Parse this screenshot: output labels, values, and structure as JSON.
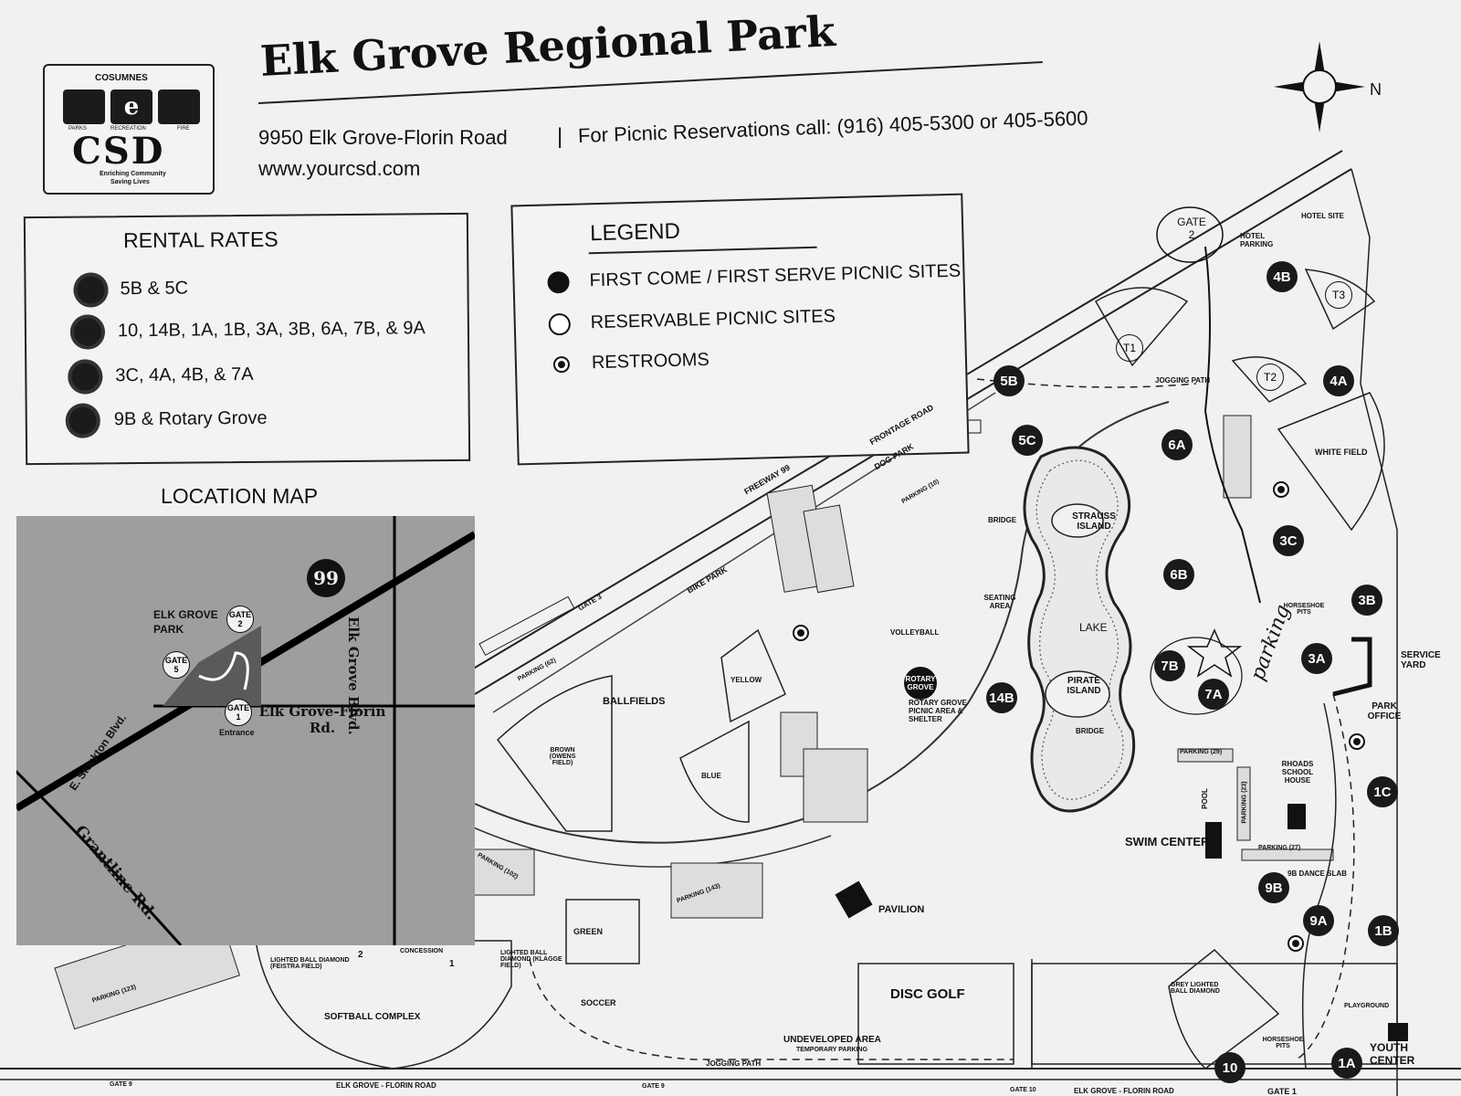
{
  "header": {
    "title": "Elk Grove Regional Park",
    "address": "9950 Elk Grove-Florin Road",
    "separator": "|",
    "reservations": "For Picnic Reservations call: (916) 405-5300 or 405-5600",
    "website": "www.yourcsd.com"
  },
  "logo": {
    "top_text": "COSUMNES",
    "main_text": "CSD",
    "sub_labels": [
      "PARKS",
      "RECREATION",
      "FIRE"
    ],
    "tagline_line1": "Enriching Community",
    "tagline_line2": "Saving Lives"
  },
  "compass": {
    "label": "N"
  },
  "rental_rates": {
    "title": "RENTAL RATES",
    "items": [
      "5B & 5C",
      "10, 14B, 1A, 1B, 3A, 3B, 6A, 7B, & 9A",
      "3C, 4A, 4B, & 7A",
      "9B & Rotary Grove"
    ]
  },
  "legend": {
    "title": "LEGEND",
    "items": [
      {
        "symbol": "filled-circle",
        "label": "FIRST COME / FIRST SERVE PICNIC SITES"
      },
      {
        "symbol": "open-circle",
        "label": "RESERVABLE PICNIC SITES"
      },
      {
        "symbol": "restroom-dot",
        "label": "RESTROOMS"
      }
    ]
  },
  "location_map": {
    "title": "LOCATION MAP",
    "highway": "99",
    "park": "ELK GROVE PARK",
    "gate2": [
      "GATE",
      "2"
    ],
    "gate5": [
      "GATE",
      "5"
    ],
    "gate1": [
      "GATE",
      "1"
    ],
    "entrance": "Entrance",
    "elk_grove_blvd": "Elk Grove Blvd.",
    "florin_rd": "Elk Grove-Florin Rd.",
    "stockton": "E. Stockton Blvd.",
    "grantline": "Grantline Rd."
  },
  "picnic_sites": [
    "5B",
    "5C",
    "6A",
    "6B",
    "4B",
    "4A",
    "3C",
    "3B",
    "3A",
    "7B",
    "7A",
    "14B",
    "1C",
    "1B",
    "1A",
    "9B",
    "9A",
    "10"
  ],
  "labels": {
    "gate2": "GATE 2",
    "hotel_parking": "HOTEL PARKING",
    "hotel_site": "HOTEL SITE",
    "t1": "T1",
    "t2": "T2",
    "t3": "T3",
    "jogging_path": "JOGGING PATH",
    "white_field": "WHITE FIELD",
    "frontage_road": "FRONTAGE ROAD",
    "freeway": "FREEWAY 99",
    "dog_park": "DOG PARK",
    "parking_10": "PARKING (10)",
    "bridge": "BRIDGE",
    "strauss_island": "STRAUSS ISLAND",
    "seating_area": "SEATING AREA",
    "lake": "LAKE",
    "pirate_island": "PIRATE ISLAND",
    "bridge2": "BRIDGE",
    "horseshoe_pits": "HORSESHOE PITS",
    "service_yard": "SERVICE YARD",
    "parking_handwritten": "parking",
    "park_office": "PARK OFFICE",
    "gate3": "GATE 3",
    "bike_park": "BIKE PARK",
    "parking_62": "PARKING (62)",
    "volleyball": "VOLLEYBALL",
    "rotary_grove": "ROTARY GROVE",
    "rotary_grove_area": "ROTARY GROVE PICNIC AREA & SHELTER",
    "yellow": "YELLOW",
    "ballfields": "BALLFIELDS",
    "brown": "BROWN (OWENS FIELD)",
    "blue": "BLUE",
    "parking_29": "PARKING (29)",
    "pool": "POOL",
    "parking_23": "PARKING (23)",
    "rhoads": "RHOADS SCHOOL HOUSE",
    "swim_center": "SWIM CENTER",
    "parking_27": "PARKING (27)",
    "dance_slab": "9B DANCE SLAB",
    "pavilion": "PAVILION",
    "parking_102": "PARKING (102)",
    "parking_143": "PARKING (143)",
    "green": "GREEN",
    "soccer": "SOCCER",
    "disc_golf": "DISC GOLF",
    "softball_complex": "SOFTBALL COMPLEX",
    "feistra": "LIGHTED BALL DIAMOND (FEISTRA FIELD)",
    "klagge": "LIGHTED BALL DIAMOND (KLAGGE FIELD)",
    "concession": "CONCESSION",
    "softball_1": "1",
    "softball_2": "2",
    "grey_diamond": "GREY LIGHTED BALL DIAMOND",
    "horseshoe_pits2": "HORSESHOE PITS",
    "playground": "PLAYGROUND",
    "youth_center": "YOUTH CENTER",
    "undeveloped": "UNDEVELOPED AREA",
    "temporary_parking": "TEMPORARY PARKING",
    "jogging_path2": "JOGGING PATH",
    "elk_grove_florin_road": "ELK GROVE - FLORIN ROAD",
    "elk_grove_florin_road2": "ELK GROVE - FLORIN ROAD",
    "gate9": "GATE 9",
    "gate9b": "GATE 9",
    "gate10": "GATE 10",
    "gate1_bottom": "GATE 1",
    "parking_123": "PARKING (123)"
  }
}
